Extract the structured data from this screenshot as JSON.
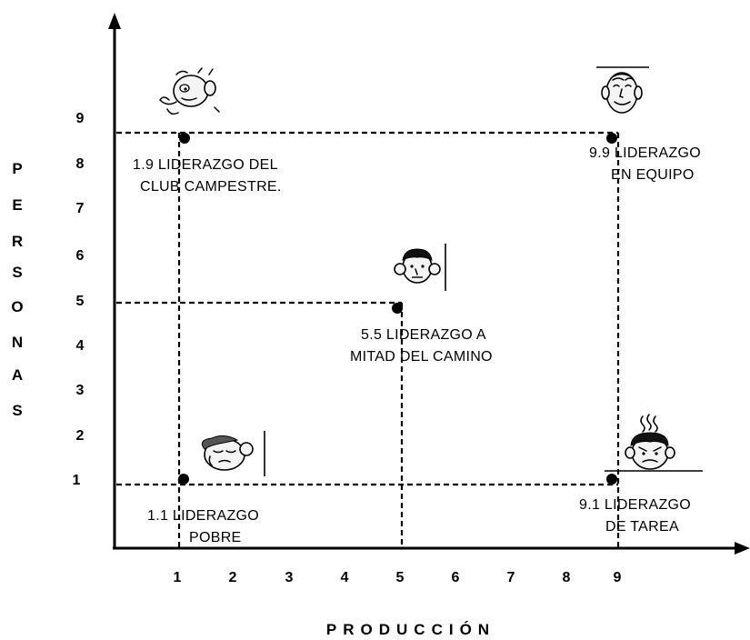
{
  "diagram": {
    "x_axis_title": "PRODUCCIÓN",
    "y_axis_title": "PERSONAS",
    "x_ticks": [
      "1",
      "2",
      "3",
      "4",
      "5",
      "6",
      "7",
      "8",
      "9"
    ],
    "y_ticks": [
      "1",
      "2",
      "3",
      "4",
      "5",
      "6",
      "7",
      "8",
      "9"
    ],
    "styles": [
      {
        "id": "1.9",
        "line1": "1.9  LIDERAZGO DEL",
        "line2": "CLUB  CAMPESTRE."
      },
      {
        "id": "9.9",
        "line1": "9.9 LIDERAZGO",
        "line2": "EN EQUIPO"
      },
      {
        "id": "5.5",
        "line1": "5.5 LIDERAZGO A",
        "line2": "MITAD DEL CAMINO"
      },
      {
        "id": "1.1",
        "line1": "1.1 LIDERAZGO",
        "line2": "POBRE"
      },
      {
        "id": "9.1",
        "line1": "9.1 LIDERAZGO",
        "line2": "DE TAREA"
      }
    ]
  }
}
